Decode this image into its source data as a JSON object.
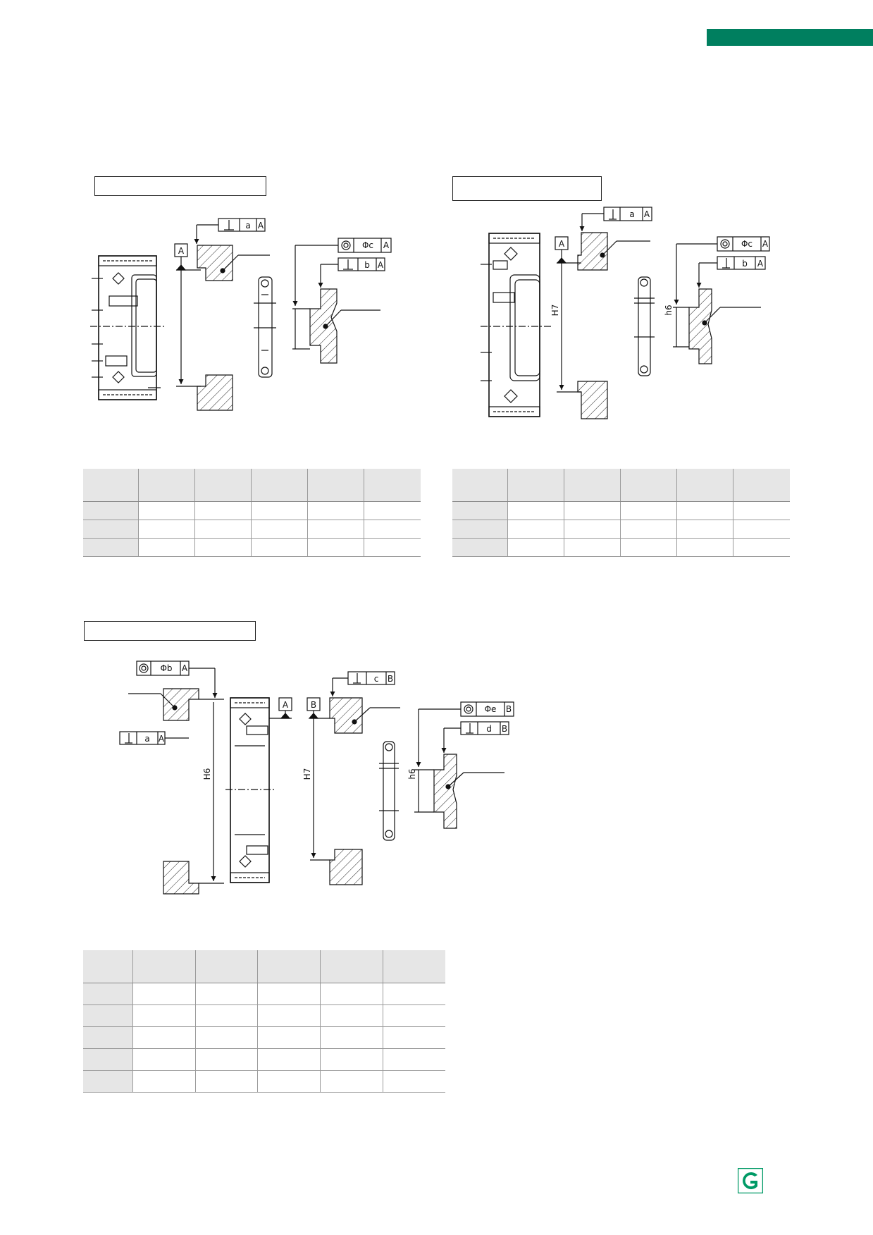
{
  "labels": {
    "datum_a": "A",
    "datum_b": "B",
    "sym_a": "a",
    "sym_b": "b",
    "sym_c": "c",
    "sym_d": "d",
    "sym_e": "e",
    "phi_c": "Φc",
    "phi_b": "Φb",
    "phi_e": "Φe",
    "tol_H7": "H7",
    "tol_h6": "h6",
    "tol_H6": "H6"
  },
  "colors": {
    "brand_green": "#007f5f",
    "header_gray": "#e6e6e6"
  },
  "tables": {
    "t1": {
      "rows": 3,
      "cols": 6
    },
    "t2": {
      "rows": 3,
      "cols": 6
    },
    "t3": {
      "rows": 5,
      "cols": 6
    }
  }
}
